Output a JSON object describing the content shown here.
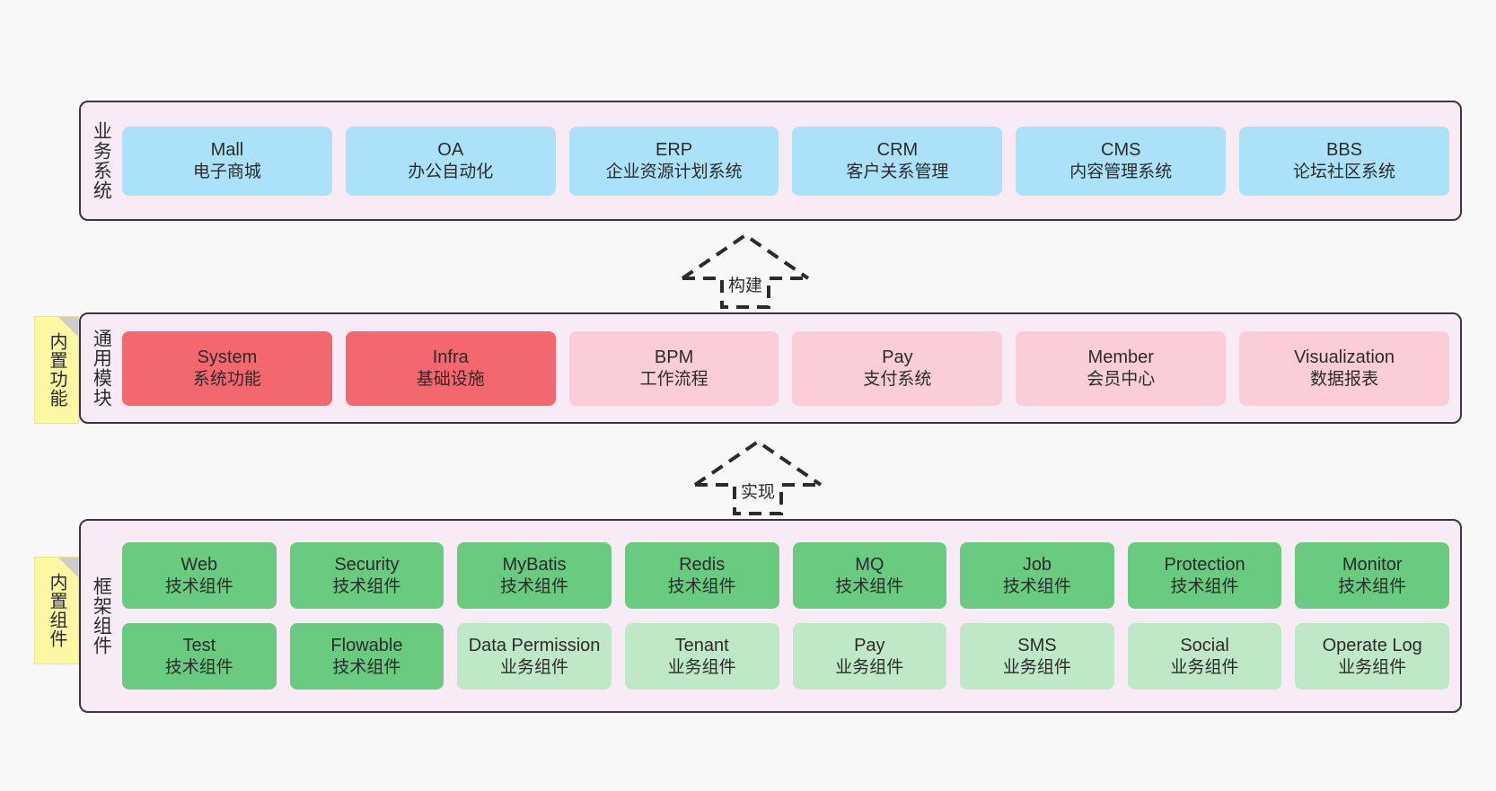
{
  "diagram": {
    "background_color": "#f8f8f8",
    "panel_bg": "#f9ebf5",
    "panel_border": "#3d3540"
  },
  "layers": [
    {
      "id": "business-systems",
      "label": "业务系统",
      "note": null,
      "rows": [
        [
          {
            "title": "Mall",
            "sub": "电子商城",
            "color": "#ace2f9"
          },
          {
            "title": "OA",
            "sub": "办公自动化",
            "color": "#ace2f9"
          },
          {
            "title": "ERP",
            "sub": "企业资源计划系统",
            "color": "#ace2f9"
          },
          {
            "title": "CRM",
            "sub": "客户关系管理",
            "color": "#ace2f9"
          },
          {
            "title": "CMS",
            "sub": "内容管理系统",
            "color": "#ace2f9"
          },
          {
            "title": "BBS",
            "sub": "论坛社区系统",
            "color": "#ace2f9"
          }
        ]
      ]
    },
    {
      "id": "common-modules",
      "label": "通用模块",
      "note": "内置功能",
      "rows": [
        [
          {
            "title": "System",
            "sub": "系统功能",
            "color": "#f2686e"
          },
          {
            "title": "Infra",
            "sub": "基础设施",
            "color": "#f2686e"
          },
          {
            "title": "BPM",
            "sub": "工作流程",
            "color": "#fbcdd7"
          },
          {
            "title": "Pay",
            "sub": "支付系统",
            "color": "#fbcdd7"
          },
          {
            "title": "Member",
            "sub": "会员中心",
            "color": "#fbcdd7"
          },
          {
            "title": "Visualization",
            "sub": "数据报表",
            "color": "#fbcdd7"
          }
        ]
      ]
    },
    {
      "id": "framework-components",
      "label": "框架组件",
      "note": "内置组件",
      "rows": [
        [
          {
            "title": "Web",
            "sub": "技术组件",
            "color": "#68cb7f"
          },
          {
            "title": "Security",
            "sub": "技术组件",
            "color": "#68cb7f"
          },
          {
            "title": "MyBatis",
            "sub": "技术组件",
            "color": "#68cb7f"
          },
          {
            "title": "Redis",
            "sub": "技术组件",
            "color": "#68cb7f"
          },
          {
            "title": "MQ",
            "sub": "技术组件",
            "color": "#68cb7f"
          },
          {
            "title": "Job",
            "sub": "技术组件",
            "color": "#68cb7f"
          },
          {
            "title": "Protection",
            "sub": "技术组件",
            "color": "#68cb7f"
          },
          {
            "title": "Monitor",
            "sub": "技术组件",
            "color": "#68cb7f"
          }
        ],
        [
          {
            "title": "Test",
            "sub": "技术组件",
            "color": "#68cb7f"
          },
          {
            "title": "Flowable",
            "sub": "技术组件",
            "color": "#68cb7f"
          },
          {
            "title": "Data Permission",
            "sub": "业务组件",
            "color": "#bfe8c6"
          },
          {
            "title": "Tenant",
            "sub": "业务组件",
            "color": "#bfe8c6"
          },
          {
            "title": "Pay",
            "sub": "业务组件",
            "color": "#bfe8c6"
          },
          {
            "title": "SMS",
            "sub": "业务组件",
            "color": "#bfe8c6"
          },
          {
            "title": "Social",
            "sub": "业务组件",
            "color": "#bfe8c6"
          },
          {
            "title": "Operate Log",
            "sub": "业务组件",
            "color": "#bfe8c6"
          }
        ]
      ]
    }
  ],
  "connectors": [
    {
      "id": "build",
      "label": "构建",
      "style": "dashed-hollow-arrow-up"
    },
    {
      "id": "implement",
      "label": "实现",
      "style": "dashed-hollow-arrow-up"
    }
  ]
}
